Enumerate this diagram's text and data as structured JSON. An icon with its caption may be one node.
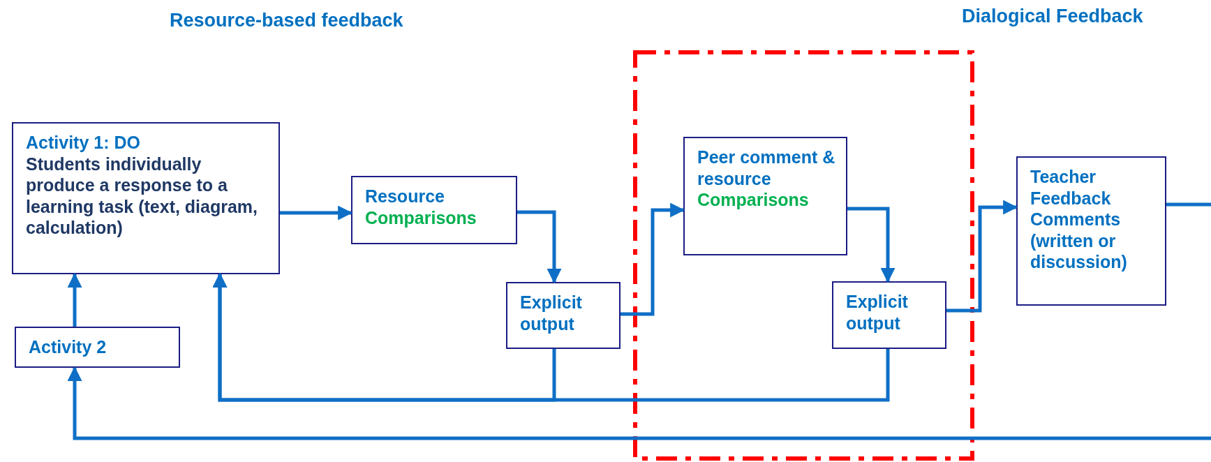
{
  "diagram": {
    "nodes": [
      {
        "text": [
          "Activity 1: DO",
          "Students individually produce a response to a learning task (text, diagram, calculation)"
        ]
      },
      {
        "text": [
          "Resource",
          "Comparisons"
        ]
      },
      {
        "text": [
          "Explicit output"
        ]
      },
      {
        "text": [],
        "shape": "box"
      },
      {
        "text": [
          "Peer comment & resource",
          "Comparisons"
        ],
        "in": 3
      },
      {
        "text": [
          "Explicit output"
        ],
        "in": 3
      },
      {
        "text": [
          "Teacher Feedback Comments (written or discussion)"
        ]
      },
      {
        "text": [
          "Activity 2"
        ]
      }
    ],
    "edges": [
      {
        "from": 0,
        "to": 1,
        "arrow": "to"
      },
      {
        "from": 1,
        "to": 2,
        "arrow": "to"
      },
      {
        "from": 2,
        "to": 4,
        "arrow": "to"
      },
      {
        "from": 4,
        "to": 5,
        "arrow": "to"
      },
      {
        "from": 5,
        "to": 6,
        "arrow": "to"
      },
      {
        "from": 6,
        "to": null,
        "arrow": "none"
      },
      {
        "from": null,
        "to": 7,
        "arrow": "to"
      },
      {
        "from": 2,
        "to": 0,
        "arrow": "to"
      },
      {
        "from": 5,
        "to": 0,
        "arrow": "to"
      },
      {
        "from": 7,
        "to": 0,
        "arrow": "to"
      }
    ],
    "labels": [
      "Resource-based feedback",
      "Dialogical Feedback"
    ]
  }
}
